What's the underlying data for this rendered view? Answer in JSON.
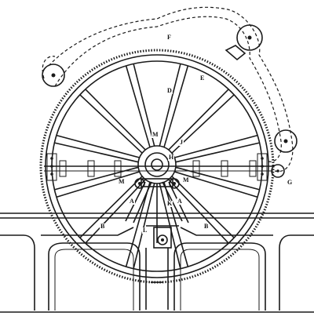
{
  "labels": {
    "F": "F",
    "E": "E",
    "D": "D",
    "J": "J",
    "M_top": "M",
    "H": "H",
    "M_left": "M",
    "M_right": "M",
    "G": "G",
    "A_left": "A",
    "A_right": "A",
    "K": "K",
    "B_left": "B",
    "B_right": "B",
    "L": "L"
  }
}
